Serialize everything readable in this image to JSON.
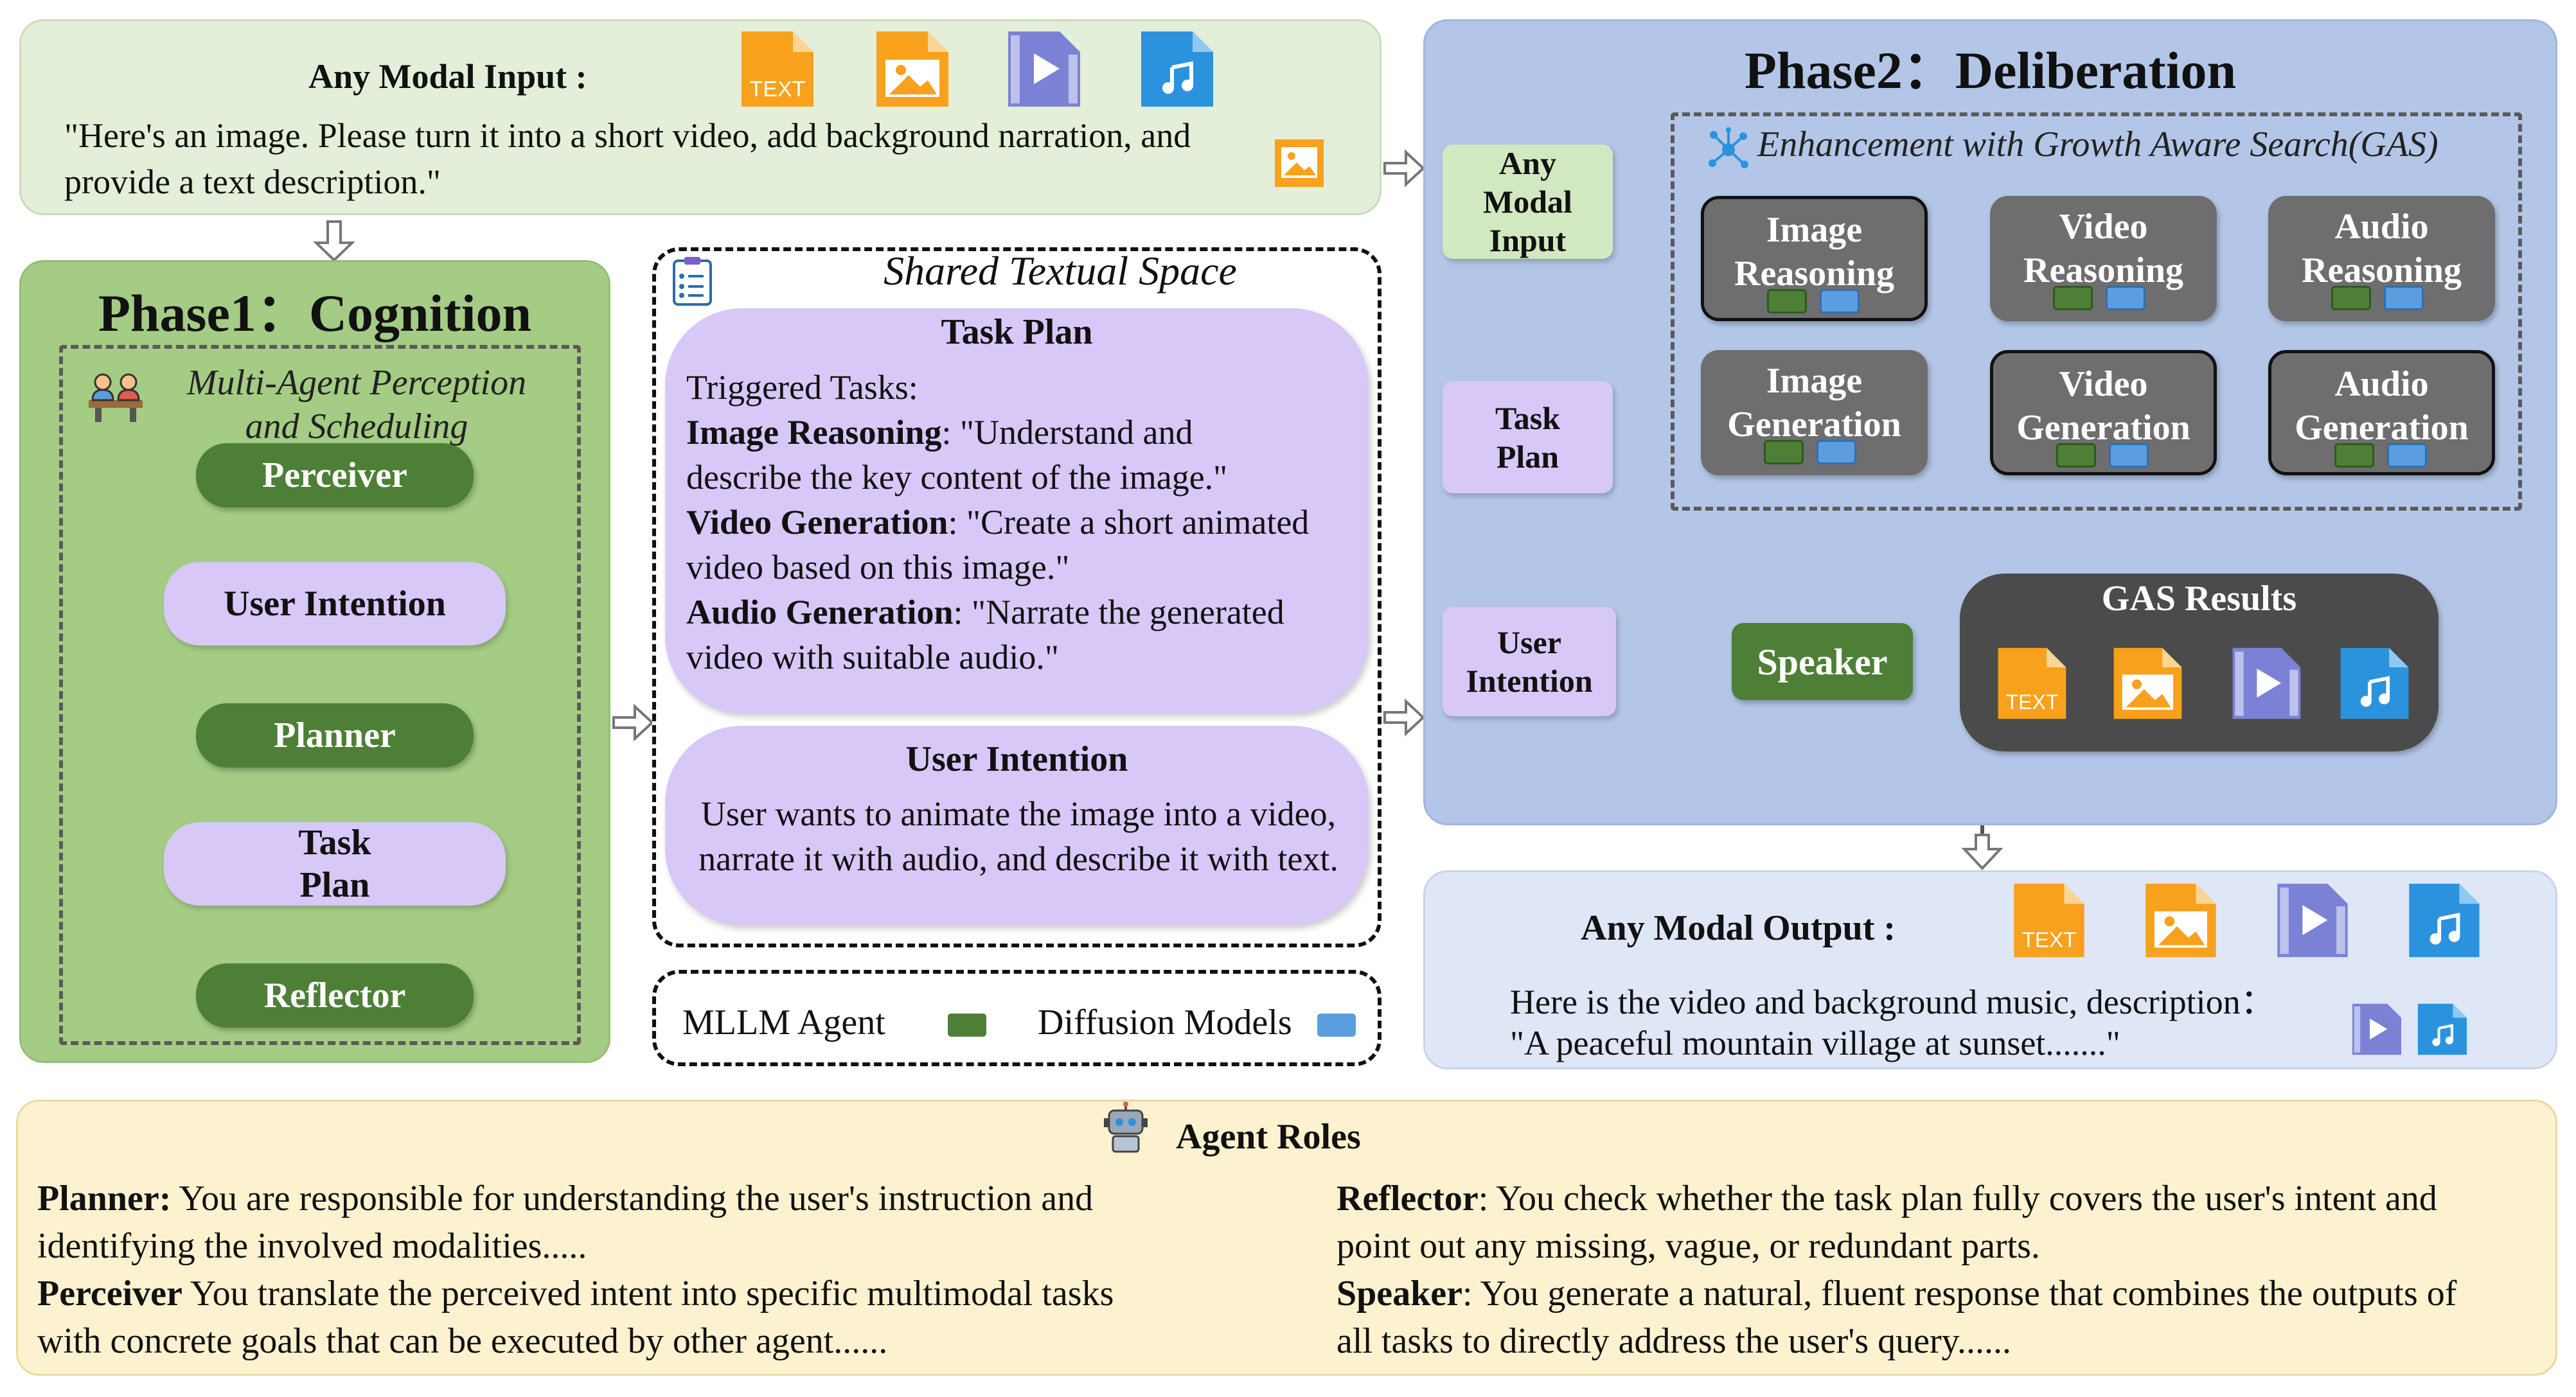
{
  "input": {
    "title": "Any Modal Input :",
    "text": "\"Here's an image. Please turn it into a short video, add background narration, and provide a text description.\""
  },
  "icons": {
    "text_label": "TEXT",
    "colors": {
      "text": "#f7a11c",
      "image": "#f7a11c",
      "video": "#7b82d6",
      "audio": "#2b93dd"
    }
  },
  "phase1": {
    "title": "Phase1：Cognition",
    "subtitle": "Multi-Agent Perception and Scheduling",
    "nodes": {
      "perceiver": "Perceiver",
      "user_intention": "User Intention",
      "planner": "Planner",
      "task_plan_1": "Task",
      "task_plan_2": "Plan",
      "reflector": "Reflector"
    }
  },
  "shared": {
    "title": "Shared Textual Space",
    "task_plan": {
      "title": "Task Plan",
      "triggered": "Triggered Tasks:",
      "items": [
        {
          "name": "Image Reasoning",
          "line1": ": \"Understand and",
          "line2": "describe the key content of the image.\""
        },
        {
          "name": "Video Generation",
          "line1": ": \"Create a short animated",
          "line2": "video based on this image.\""
        },
        {
          "name": "Audio Generation",
          "line1": ": \"Narrate the generated",
          "line2": "video with suitable audio.\""
        }
      ]
    },
    "user_intention": {
      "title": "User Intention",
      "text": "User wants to animate the image into a video, narrate it with audio, and describe it with text."
    }
  },
  "legend": {
    "mllm": "MLLM  Agent",
    "diffusion": "Diffusion Models",
    "mllm_color": "#4e7f36",
    "diffusion_color": "#5a9ee0"
  },
  "phase2": {
    "title": "Phase2：Deliberation",
    "any_modal_input": [
      "Any",
      "Modal",
      "Input"
    ],
    "task_plan": [
      "Task",
      "Plan"
    ],
    "user_intention": [
      "User",
      "Intention"
    ],
    "gas_title": "Enhancement with Growth Aware Search(GAS)",
    "cards": [
      {
        "line1": "Image",
        "line2": "Reasoning"
      },
      {
        "line1": "Video",
        "line2": "Reasoning"
      },
      {
        "line1": "Audio",
        "line2": "Reasoning"
      },
      {
        "line1": "Image",
        "line2": "Generation"
      },
      {
        "line1": "Video",
        "line2": "Generation"
      },
      {
        "line1": "Audio",
        "line2": "Generation"
      }
    ],
    "speaker": "Speaker",
    "gas_results": "GAS Results"
  },
  "output": {
    "title": "Any Modal Output :",
    "line1": "Here is the video and background music, description：",
    "line2": "\"A peaceful mountain village at sunset.......\""
  },
  "roles": {
    "title": "Agent Roles",
    "planner_name": "Planner:",
    "planner_l1": " You are responsible for understanding the user's instruction and",
    "planner_l2": "identifying the involved modalities.....",
    "perceiver_name": "Perceiver",
    "perceiver_l1": "  You translate the perceived intent into specific multimodal tasks",
    "perceiver_l2": "with concrete goals that can be executed by other agent......",
    "reflector_name": "Reflector",
    "reflector_l1": ": You check whether the task plan fully covers the user's intent and",
    "reflector_l2": "point out any missing, vague, or redundant parts.",
    "speaker_name": "Speaker",
    "speaker_l1": ": You generate a natural, fluent response that combines the outputs of",
    "speaker_l2": "all tasks to directly address the user's query......"
  }
}
